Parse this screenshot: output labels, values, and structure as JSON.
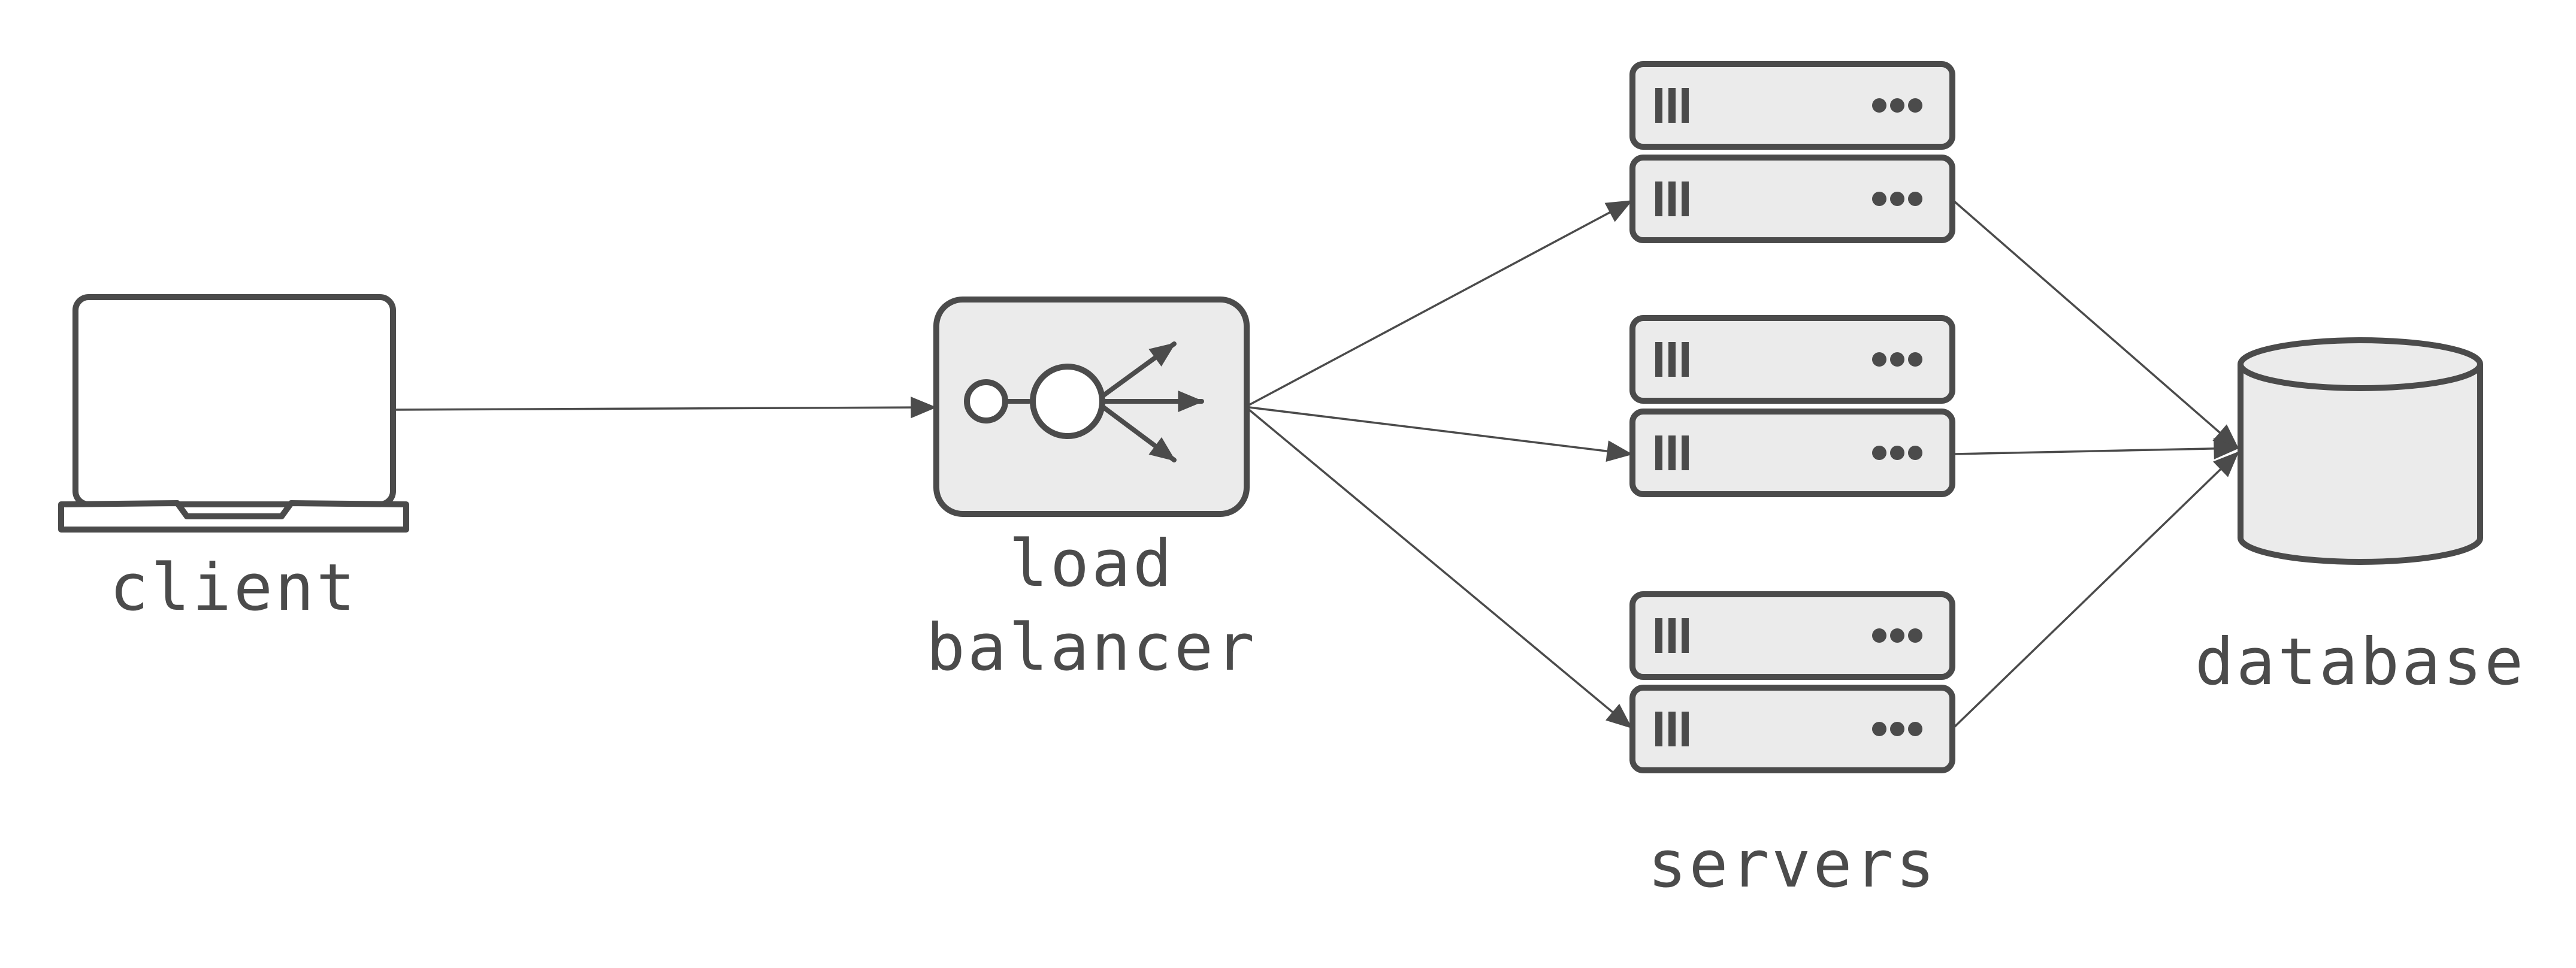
{
  "labels": {
    "client": "client",
    "load_balancer_line1": "load",
    "load_balancer_line2": "balancer",
    "servers": "servers",
    "database": "database"
  },
  "icons": {
    "client": "laptop-icon",
    "load_balancer": "load-balancer-icon",
    "servers": "server-stack-icon",
    "database": "database-cylinder-icon"
  },
  "colors": {
    "ink": "#4b4b4b",
    "fill": "#ebebeb",
    "background": "#ffffff"
  }
}
